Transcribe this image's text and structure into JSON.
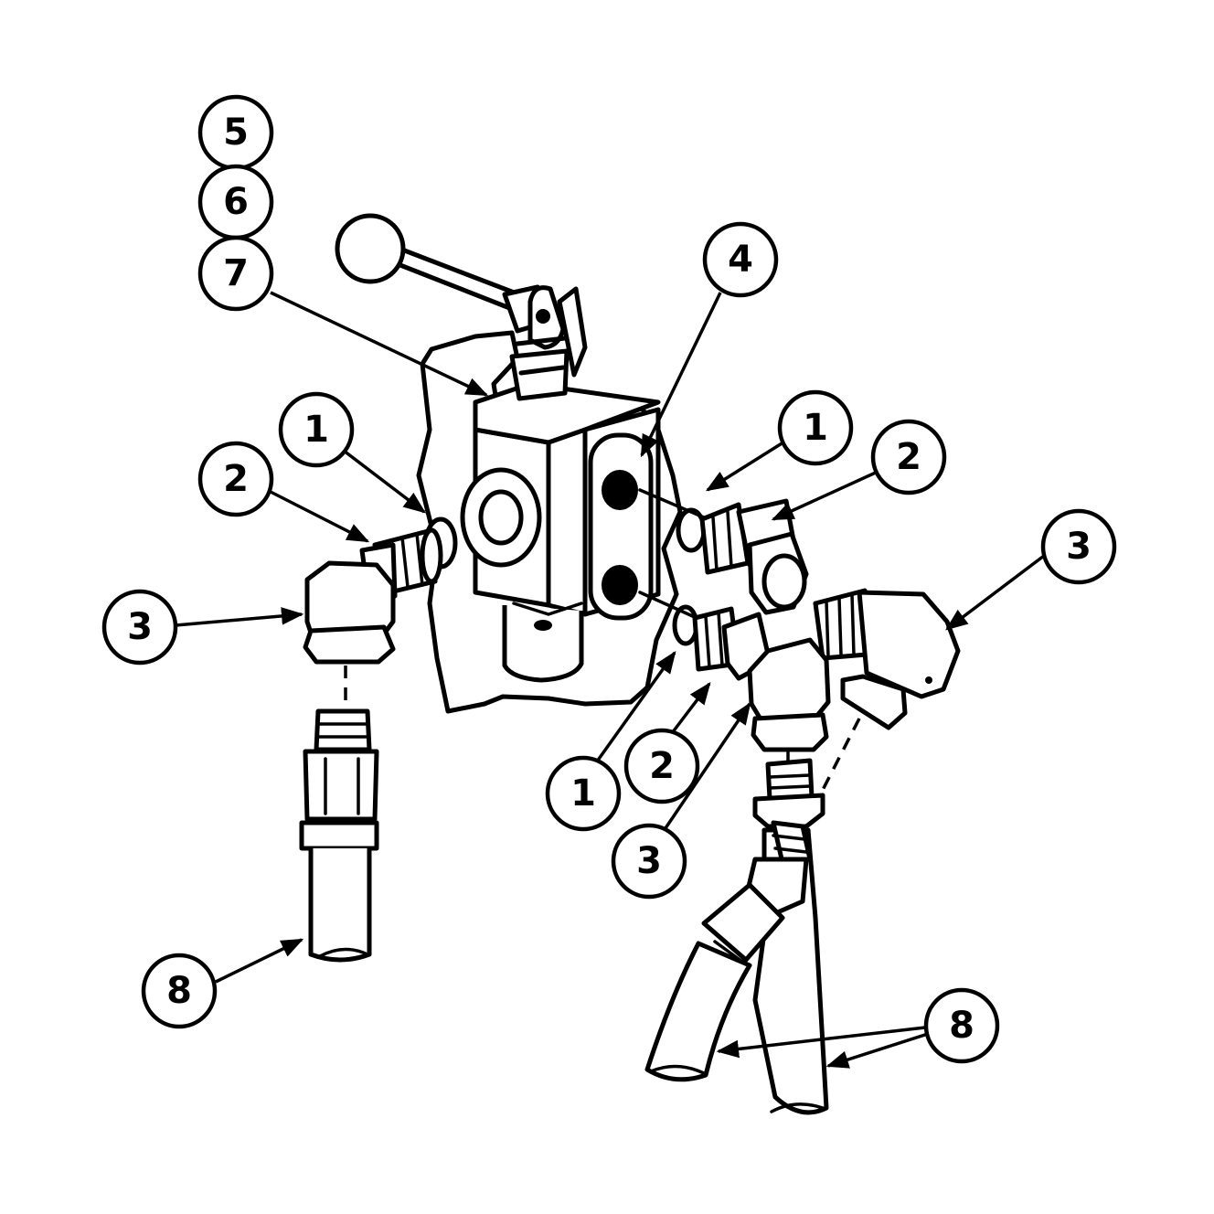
{
  "colors": {
    "ink": "#000000",
    "paper": "#ffffff"
  },
  "callouts": [
    {
      "id": "c5",
      "label": "5"
    },
    {
      "id": "c6",
      "label": "6"
    },
    {
      "id": "c7",
      "label": "7"
    },
    {
      "id": "c4",
      "label": "4"
    },
    {
      "id": "c1a",
      "label": "1"
    },
    {
      "id": "c2a",
      "label": "2"
    },
    {
      "id": "c3a",
      "label": "3"
    },
    {
      "id": "c1b",
      "label": "1"
    },
    {
      "id": "c2b",
      "label": "2"
    },
    {
      "id": "c3b",
      "label": "3"
    },
    {
      "id": "c1c",
      "label": "1"
    },
    {
      "id": "c2c",
      "label": "2"
    },
    {
      "id": "c3c",
      "label": "3"
    },
    {
      "id": "c8a",
      "label": "8"
    },
    {
      "id": "c8b",
      "label": "8"
    }
  ]
}
